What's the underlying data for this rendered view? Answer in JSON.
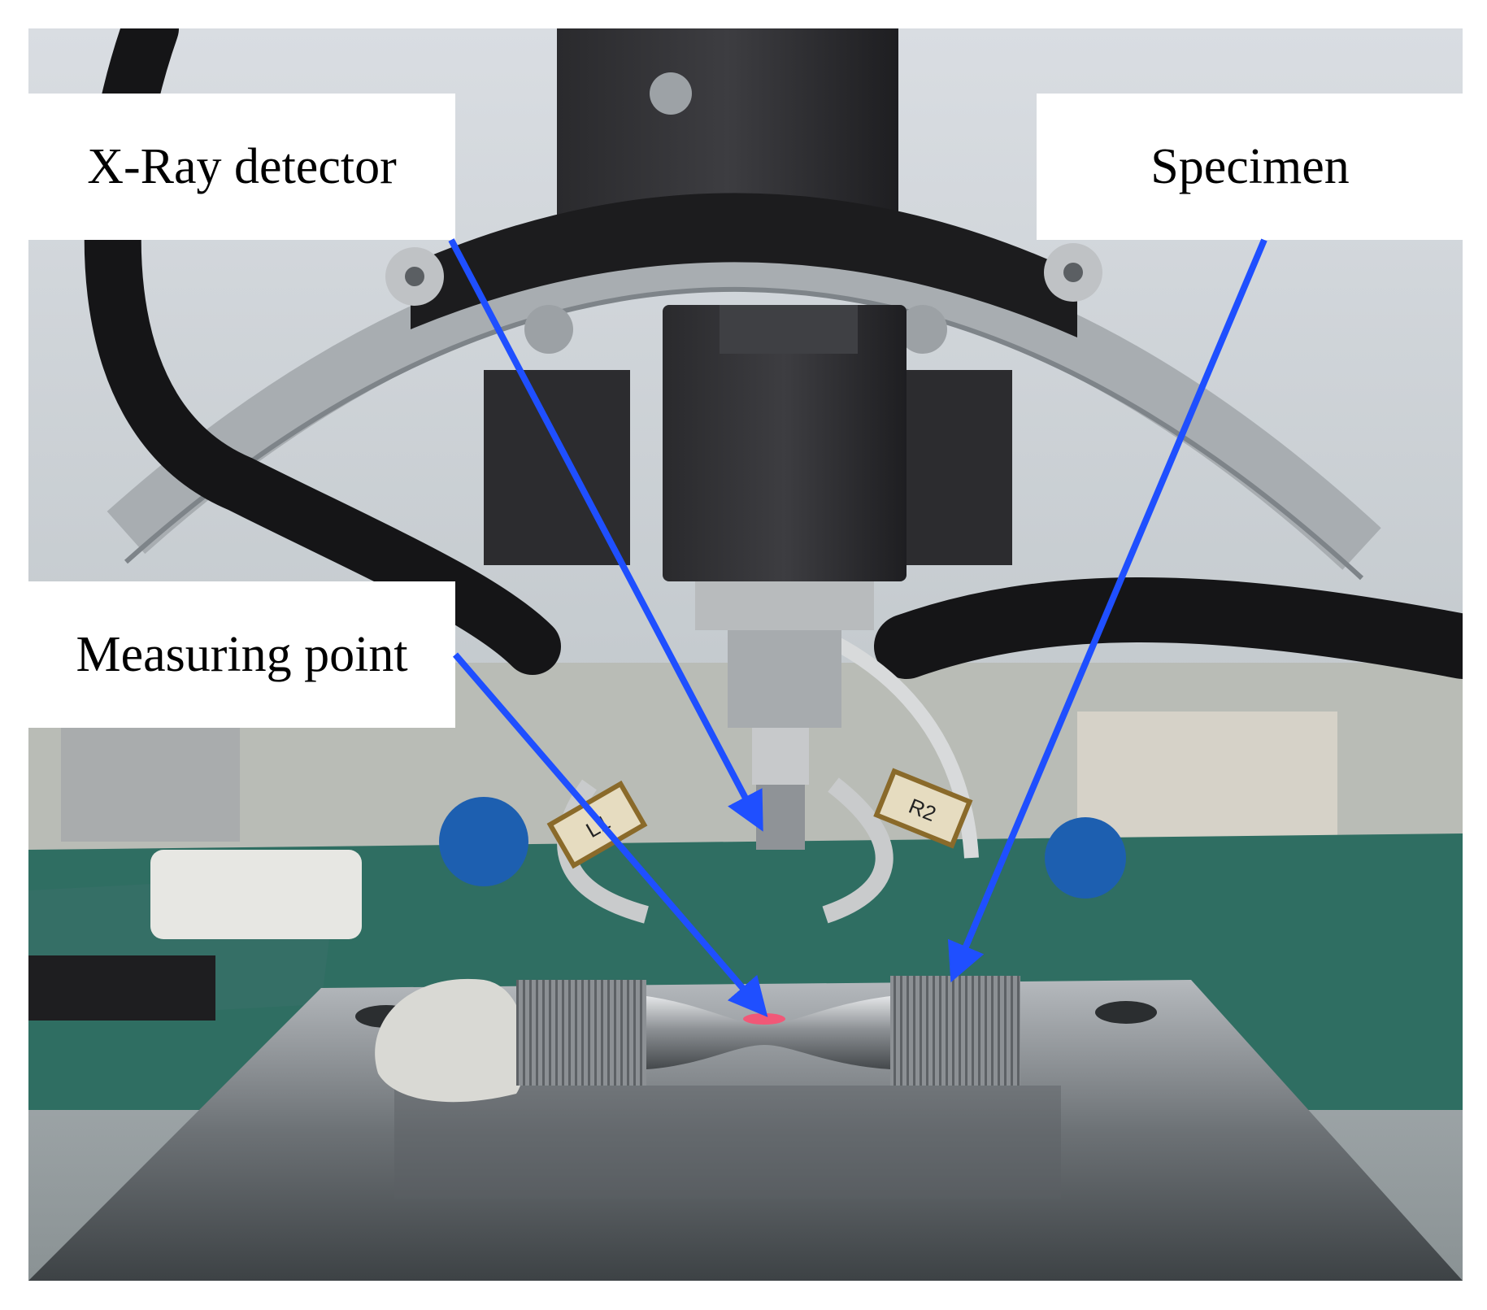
{
  "annotations": {
    "xray_detector": "X-Ray detector",
    "specimen": "Specimen",
    "measuring_point": "Measuring point"
  },
  "specimen_tags": {
    "left": "L1",
    "right": "R2"
  },
  "colors": {
    "arrow": "#1f4fff",
    "label_bg": "#ffffff",
    "mount_dark": "#1c1c1e",
    "bench_green": "#2f6e62",
    "steel": "#9a9ea3"
  }
}
